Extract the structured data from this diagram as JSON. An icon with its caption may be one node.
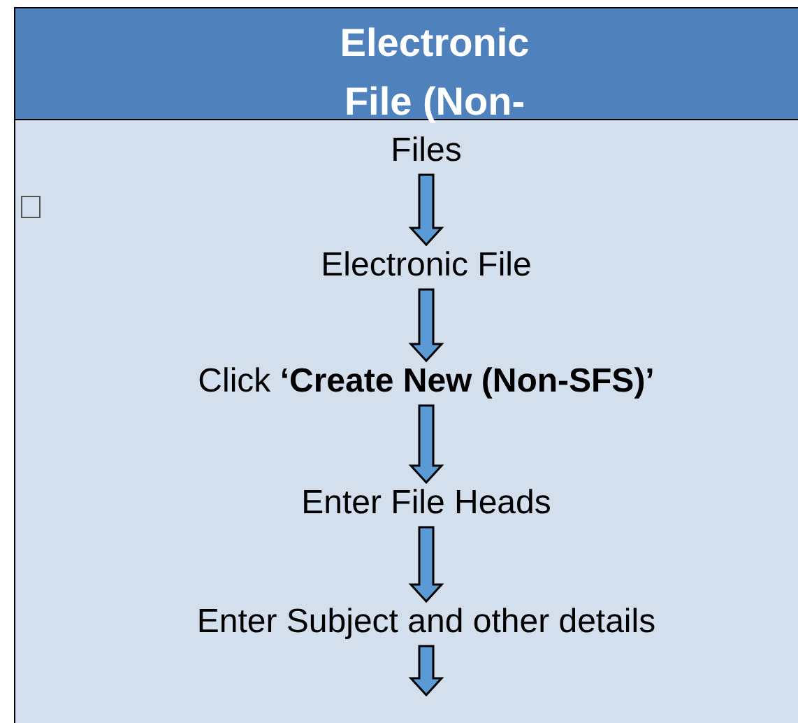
{
  "diagram": {
    "title": "Electronic File (Non-",
    "nodes": [
      {
        "text": [
          "Files"
        ]
      },
      {
        "text": [
          "Electronic File"
        ]
      },
      {
        "text": [
          "Click **‘Create New (Non-SFS)’**"
        ]
      },
      {
        "text": [
          "Enter File Heads"
        ]
      },
      {
        "text": [
          "Enter Subject and other details"
        ]
      }
    ],
    "edges": [
      {
        "from": 0,
        "to": 1,
        "arrow": "to"
      },
      {
        "from": 1,
        "to": 2,
        "arrow": "to"
      },
      {
        "from": 2,
        "to": 3,
        "arrow": "to"
      },
      {
        "from": 3,
        "to": 4,
        "arrow": "to"
      },
      {
        "from": 4,
        "to": null,
        "arrow": "to"
      }
    ]
  }
}
